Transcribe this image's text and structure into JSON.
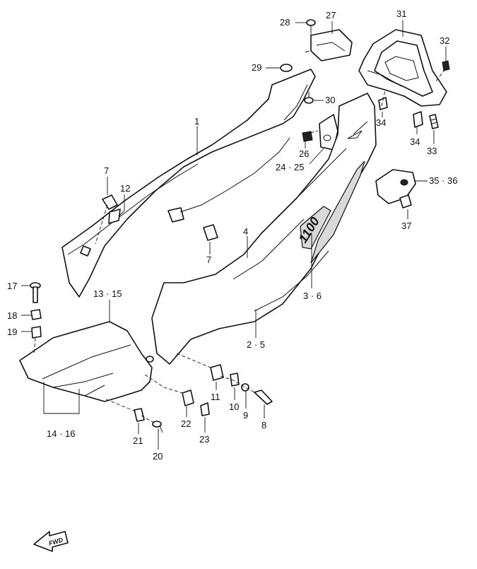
{
  "callouts": [
    {
      "id": "c28",
      "label": "28"
    },
    {
      "id": "c27",
      "label": "27"
    },
    {
      "id": "c31",
      "label": "31"
    },
    {
      "id": "c32",
      "label": "32"
    },
    {
      "id": "c29",
      "label": "29"
    },
    {
      "id": "c30",
      "label": "30"
    },
    {
      "id": "c1",
      "label": "1"
    },
    {
      "id": "c34a",
      "label": "34"
    },
    {
      "id": "c34b",
      "label": "34"
    },
    {
      "id": "c33",
      "label": "33"
    },
    {
      "id": "c26",
      "label": "26"
    },
    {
      "id": "c2425",
      "label": "24 · 25"
    },
    {
      "id": "c3536",
      "label": "35 · 36"
    },
    {
      "id": "c7a",
      "label": "7"
    },
    {
      "id": "c12",
      "label": "12"
    },
    {
      "id": "c37",
      "label": "37"
    },
    {
      "id": "c4",
      "label": "4"
    },
    {
      "id": "c7b",
      "label": "7"
    },
    {
      "id": "c36r",
      "label": "3 · 6"
    },
    {
      "id": "c17",
      "label": "17"
    },
    {
      "id": "c1315",
      "label": "13 · 15"
    },
    {
      "id": "c18",
      "label": "18"
    },
    {
      "id": "c19",
      "label": "19"
    },
    {
      "id": "c25",
      "label": "2 · 5"
    },
    {
      "id": "c11",
      "label": "11"
    },
    {
      "id": "c10",
      "label": "10"
    },
    {
      "id": "c9",
      "label": "9"
    },
    {
      "id": "c8",
      "label": "8"
    },
    {
      "id": "c1416",
      "label": "14 · 16"
    },
    {
      "id": "c22",
      "label": "22"
    },
    {
      "id": "c23",
      "label": "23"
    },
    {
      "id": "c21",
      "label": "21"
    },
    {
      "id": "c20",
      "label": "20"
    }
  ],
  "emblem": "1100",
  "fwd_arrow": "FWD"
}
